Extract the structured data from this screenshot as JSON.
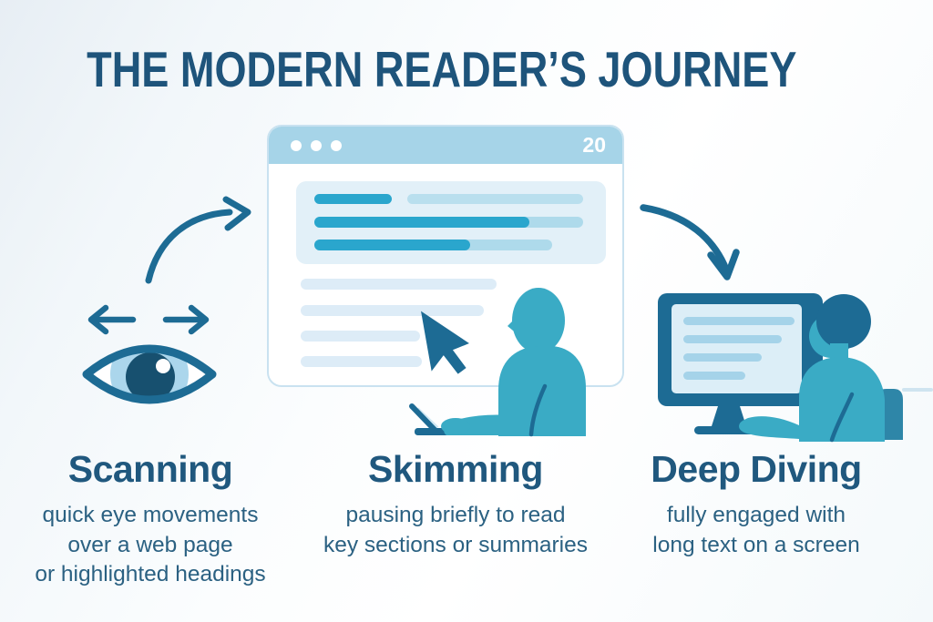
{
  "title": "THE MODERN READER’S JOURNEY",
  "browser": {
    "tab_badge": "20"
  },
  "stages": [
    {
      "heading": "Scanning",
      "desc": [
        "quick eye movements",
        "over a web page",
        "or highlighted headings"
      ]
    },
    {
      "heading": "Skimming",
      "desc": [
        "pausing briefly to read",
        "key sections or summaries"
      ]
    },
    {
      "heading": "Deep Diving",
      "desc": [
        "fully engaged with",
        "long text on a screen"
      ]
    }
  ],
  "icons": {
    "eye": "eye-icon",
    "saccade_left": "saccade-left-arrow-icon",
    "saccade_right": "saccade-right-arrow-icon",
    "flow_1": "flow-arrow-up-icon",
    "flow_2": "flow-arrow-down-icon",
    "cursor": "cursor-icon",
    "laptop": "laptop-icon",
    "monitor": "monitor-icon"
  },
  "colors": {
    "headline": "#1e547b",
    "body_text": "#2b6182",
    "dark_blue": "#1d6b94",
    "teal": "#3aabc5",
    "bright_teal": "#2aa6cd",
    "light_blue": "#aedaeb",
    "pale_blue": "#ddecf7",
    "browser_header": "#a6d4e8",
    "panel_bg": "#e2f0f8",
    "chair": "#2e86a8"
  }
}
